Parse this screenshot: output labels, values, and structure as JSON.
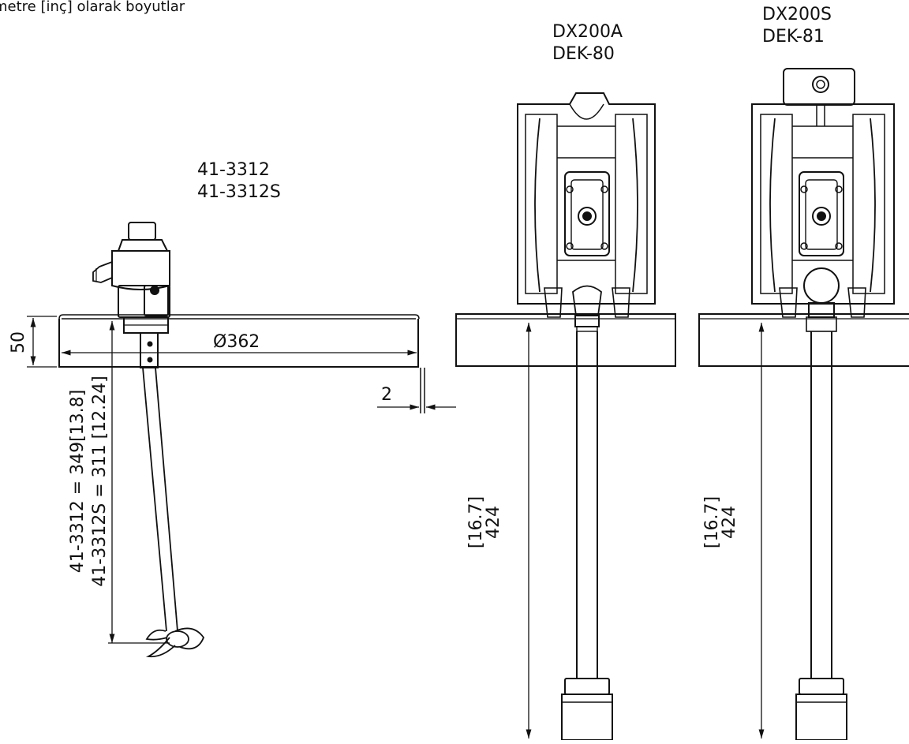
{
  "header_text": "metre [inç] olarak boyutlar",
  "agitator": {
    "models": [
      "41-3312",
      "41-3312S"
    ],
    "height_dim_1": "41-3312 = 349[13.8]",
    "height_dim_2": "41-3312S = 311 [12.24]"
  },
  "tank": {
    "diameter_dim": "Ø362",
    "height_dim": "50",
    "wall_dim": "2"
  },
  "pump_a": {
    "model_line_1": "DX200A",
    "model_line_2": "DEK-80",
    "length_dim": "424",
    "length_dim_inch": "[16.7]"
  },
  "pump_s": {
    "model_line_1": "DX200S",
    "model_line_2": "DEK-81",
    "length_dim": "424",
    "length_dim_inch": "[16.7]"
  }
}
